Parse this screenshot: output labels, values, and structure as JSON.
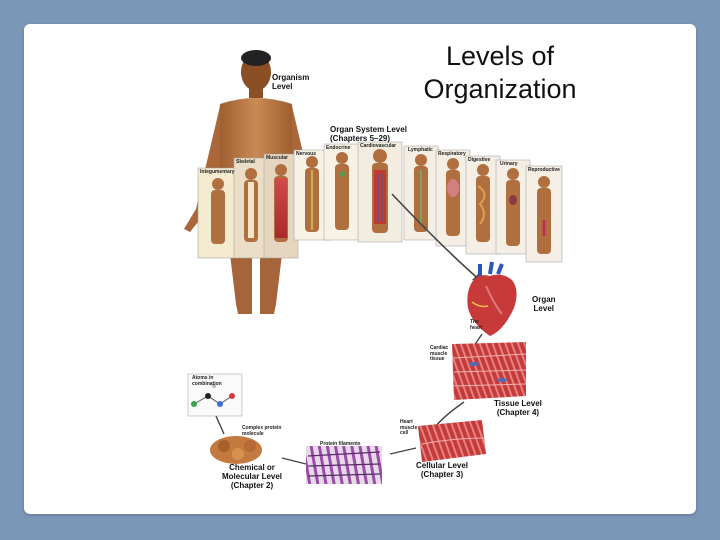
{
  "slide": {
    "title_line1": "Levels of",
    "title_line2": "Organization"
  },
  "levels": {
    "organism": {
      "line1": "Organism",
      "line2": "Level"
    },
    "organ_system": {
      "line1": "Organ System Level",
      "line2": "(Chapters 5–29)"
    },
    "organ": {
      "line1": "Organ",
      "line2": "Level"
    },
    "tissue": {
      "line1": "Tissue Level",
      "line2": "(Chapter 4)"
    },
    "cellular": {
      "line1": "Cellular Level",
      "line2": "(Chapter 3)"
    },
    "chemical": {
      "line1": "Chemical or",
      "line2": "Molecular Level",
      "line3": "(Chapter 2)"
    }
  },
  "systems": [
    "Integumentary",
    "Skeletal",
    "Muscular",
    "Nervous",
    "Endocrine",
    "Cardiovascular",
    "Lymphatic",
    "Respiratory",
    "Digestive",
    "Urinary",
    "Reproductive"
  ],
  "annotations": {
    "heart": {
      "line1": "The",
      "line2": "heart"
    },
    "cardiac_tissue": {
      "line1": "Cardiac",
      "line2": "muscle",
      "line3": "tissue"
    },
    "heart_cell": {
      "line1": "Heart",
      "line2": "muscle",
      "line3": "cell"
    },
    "protein_filaments": "Protein filaments",
    "complex_protein": {
      "line1": "Complex protein",
      "line2": "molecule"
    },
    "atoms": {
      "line1": "Atoms in",
      "line2": "combination"
    }
  }
}
